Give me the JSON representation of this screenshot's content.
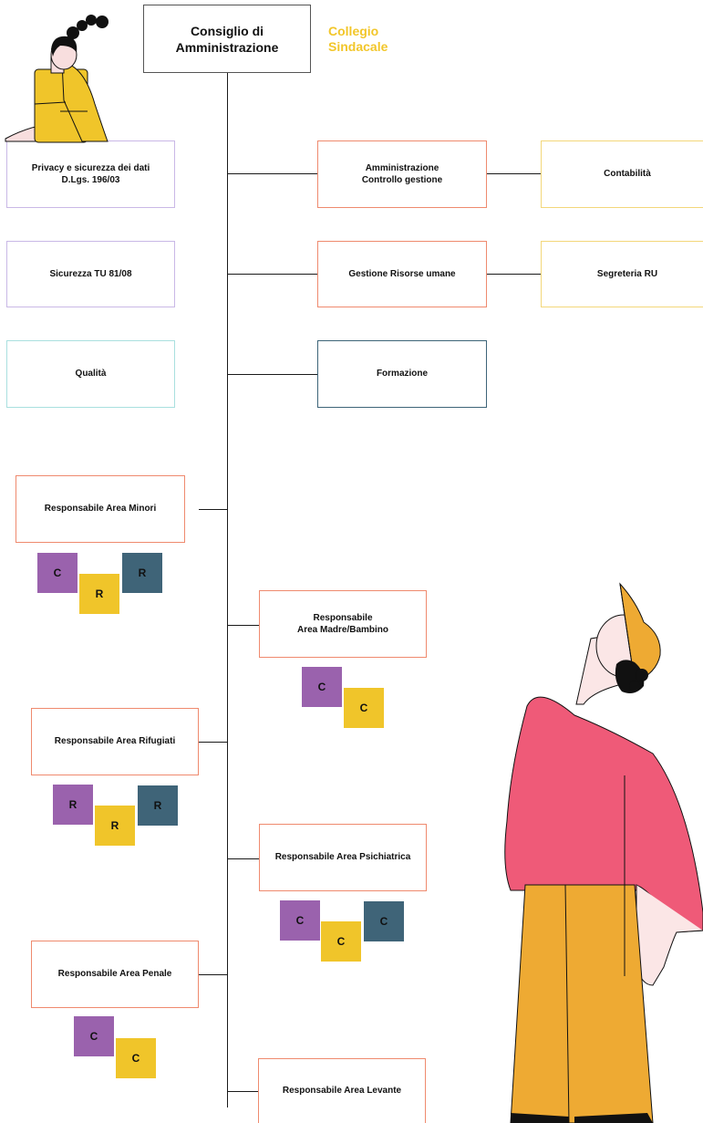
{
  "root": {
    "label": "Consiglio di\nAmministrazione",
    "side_label": "Collegio\nSindacale"
  },
  "left_staff": [
    {
      "label": "Privacy e sicurezza dei dati\nD.Lgs. 196/03",
      "border": "#c9b8e6"
    },
    {
      "label": "Sicurezza TU 81/08",
      "border": "#c9b8e6"
    },
    {
      "label": "Qualità",
      "border": "#a9e0df"
    }
  ],
  "right_staff": [
    {
      "label": "Amministrazione\nControllo gestione",
      "border": "#ef8a6e",
      "child": {
        "label": "Contabilità",
        "border": "#f3d77a"
      }
    },
    {
      "label": "Gestione Risorse umane",
      "border": "#ef8a6e",
      "child": {
        "label": "Segreteria RU",
        "border": "#f3d77a"
      }
    },
    {
      "label": "Formazione",
      "border": "#3d6478"
    }
  ],
  "areas": [
    {
      "label": "Responsabile Area Minori",
      "tiles": [
        "C",
        "R",
        "R"
      ]
    },
    {
      "label": "Responsabile\nArea Madre/Bambino",
      "tiles": [
        "C",
        "C"
      ]
    },
    {
      "label": "Responsabile Area Rifugiati",
      "tiles": [
        "R",
        "R",
        "R"
      ]
    },
    {
      "label": "Responsabile Area Psichiatrica",
      "tiles": [
        "C",
        "C",
        "C"
      ]
    },
    {
      "label": "Responsabile Area Penale",
      "tiles": [
        "C",
        "C"
      ]
    },
    {
      "label": "Responsabile Area Levante",
      "tiles": []
    }
  ],
  "colors": {
    "area_border": "#ef8a6e",
    "tile_purple": "#9a62ad",
    "tile_yellow": "#f0c52a",
    "tile_teal": "#3f6478",
    "collegio": "#f2c62a"
  },
  "illustrations": [
    "woman-sitting-illustration",
    "man-standing-illustration"
  ]
}
